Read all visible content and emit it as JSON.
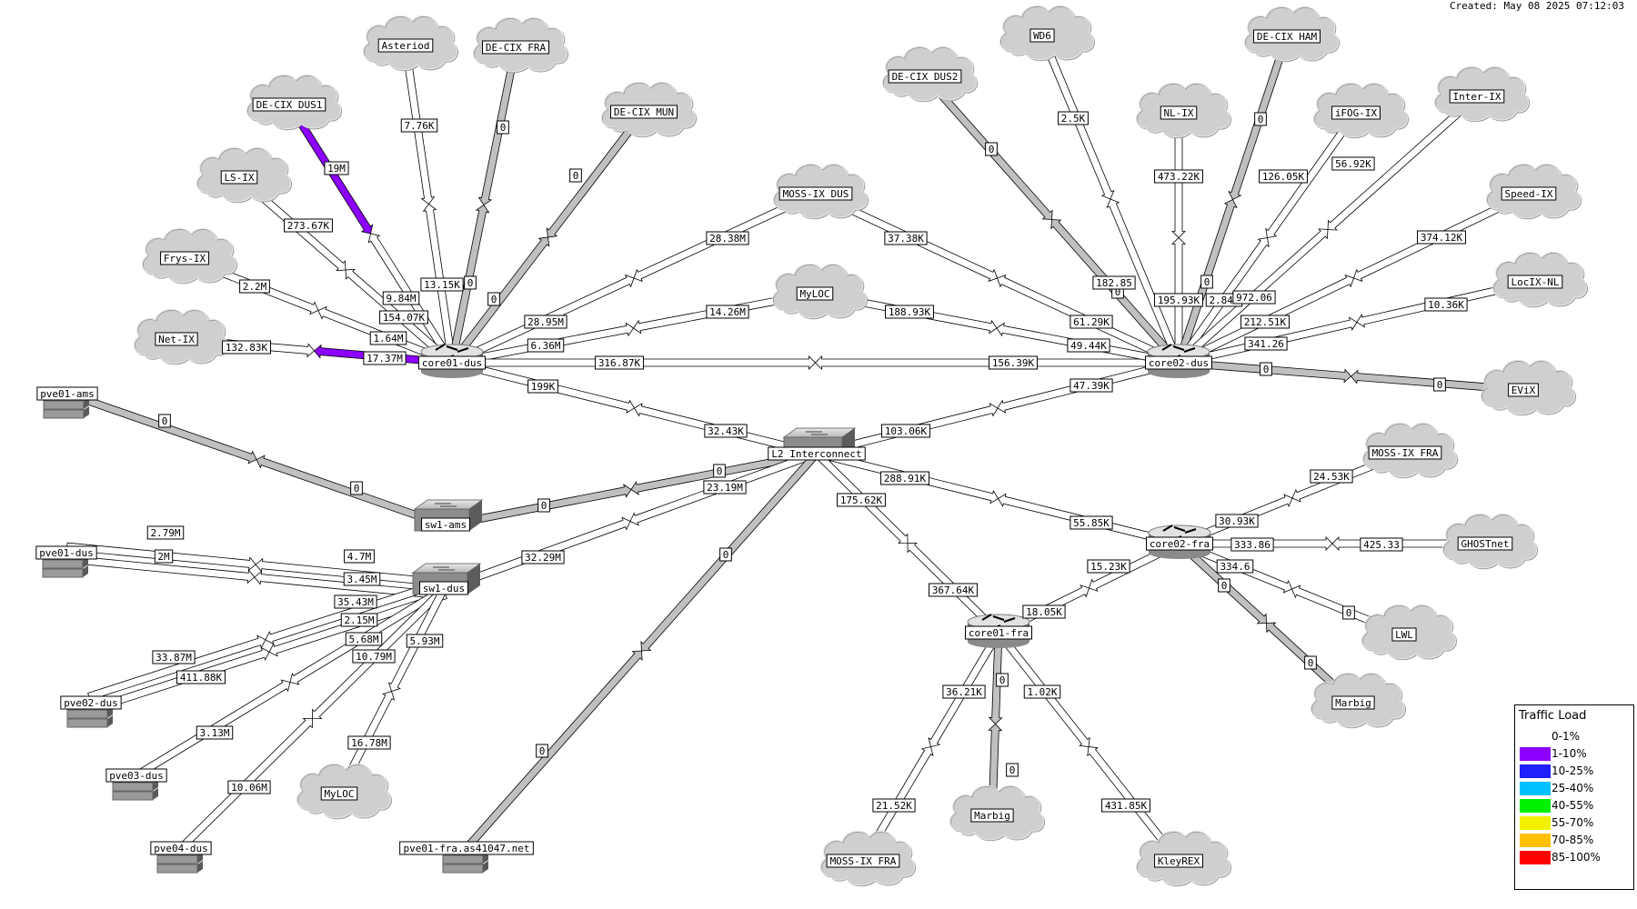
{
  "created": "Created: May 08 2025 07:12:03",
  "legend": {
    "title": "Traffic Load",
    "items": [
      {
        "label": "0-1%",
        "color": "#ffffff"
      },
      {
        "label": "1-10%",
        "color": "#8c00ff"
      },
      {
        "label": "10-25%",
        "color": "#2020ff"
      },
      {
        "label": "25-40%",
        "color": "#00c0ff"
      },
      {
        "label": "40-55%",
        "color": "#00f000"
      },
      {
        "label": "55-70%",
        "color": "#f0f000"
      },
      {
        "label": "70-85%",
        "color": "#ffc000"
      },
      {
        "label": "85-100%",
        "color": "#ff0000"
      }
    ]
  },
  "nodes": [
    {
      "id": "core01-dus",
      "label": "core01-dus",
      "type": "router"
    },
    {
      "id": "core02-dus",
      "label": "core02-dus",
      "type": "router"
    },
    {
      "id": "core02-fra",
      "label": "core02-fra",
      "type": "router"
    },
    {
      "id": "core01-fra",
      "label": "core01-fra",
      "type": "router"
    },
    {
      "id": "l2",
      "label": "L2 Interconnect",
      "type": "switch"
    },
    {
      "id": "sw1-ams",
      "label": "sw1-ams",
      "type": "switch"
    },
    {
      "id": "sw1-dus",
      "label": "sw1-dus",
      "type": "switch"
    },
    {
      "id": "pve01-ams",
      "label": "pve01-ams",
      "type": "server"
    },
    {
      "id": "pve01-dus",
      "label": "pve01-dus",
      "type": "server"
    },
    {
      "id": "pve02-dus",
      "label": "pve02-dus",
      "type": "server"
    },
    {
      "id": "pve03-dus",
      "label": "pve03-dus",
      "type": "server"
    },
    {
      "id": "pve04-dus",
      "label": "pve04-dus",
      "type": "server"
    },
    {
      "id": "pve01-fra",
      "label": "pve01-fra.as41047.net",
      "type": "server"
    },
    {
      "id": "asteriod",
      "label": "Asteriod",
      "type": "cloud"
    },
    {
      "id": "decix-fra",
      "label": "DE-CIX FRA",
      "type": "cloud"
    },
    {
      "id": "decix-dus1",
      "label": "DE-CIX DUS1",
      "type": "cloud"
    },
    {
      "id": "decix-mun",
      "label": "DE-CIX MUN",
      "type": "cloud"
    },
    {
      "id": "ls-ix",
      "label": "LS-IX",
      "type": "cloud"
    },
    {
      "id": "frys-ix",
      "label": "Frys-IX",
      "type": "cloud"
    },
    {
      "id": "net-ix",
      "label": "Net-IX",
      "type": "cloud"
    },
    {
      "id": "moss-dus",
      "label": "MOSS-IX DUS",
      "type": "cloud"
    },
    {
      "id": "myloc1",
      "label": "MyLOC",
      "type": "cloud"
    },
    {
      "id": "decix-dus2",
      "label": "DE-CIX DUS2",
      "type": "cloud"
    },
    {
      "id": "wd6",
      "label": "WD6",
      "type": "cloud"
    },
    {
      "id": "nl-ix",
      "label": "NL-IX",
      "type": "cloud"
    },
    {
      "id": "decix-ham",
      "label": "DE-CIX HAM",
      "type": "cloud"
    },
    {
      "id": "ifog-ix",
      "label": "iFOG-IX",
      "type": "cloud"
    },
    {
      "id": "inter-ix",
      "label": "Inter-IX",
      "type": "cloud"
    },
    {
      "id": "speed-ix",
      "label": "Speed-IX",
      "type": "cloud"
    },
    {
      "id": "locix-nl",
      "label": "LocIX-NL",
      "type": "cloud"
    },
    {
      "id": "evix",
      "label": "EViX",
      "type": "cloud"
    },
    {
      "id": "moss-fra1",
      "label": "MOSS-IX FRA",
      "type": "cloud"
    },
    {
      "id": "ghostnet",
      "label": "GHOSTnet",
      "type": "cloud"
    },
    {
      "id": "lwl",
      "label": "LWL",
      "type": "cloud"
    },
    {
      "id": "marbig1",
      "label": "Marbig",
      "type": "cloud"
    },
    {
      "id": "myloc2",
      "label": "MyLOC",
      "type": "cloud"
    },
    {
      "id": "moss-fra2",
      "label": "MOSS-IX FRA",
      "type": "cloud"
    },
    {
      "id": "marbig2",
      "label": "Marbig",
      "type": "cloud"
    },
    {
      "id": "kleyrex",
      "label": "KleyREX",
      "type": "cloud"
    }
  ],
  "links": [
    {
      "a": "core01-dus",
      "b": "asteriod",
      "in": "13.15K",
      "out": "7.76K",
      "load": "0-1%"
    },
    {
      "a": "core01-dus",
      "b": "decix-fra",
      "in": "0",
      "out": "0",
      "load": "0-1%"
    },
    {
      "a": "core01-dus",
      "b": "decix-dus1",
      "in": "9.84M",
      "out": "19M",
      "load": "1-10%"
    },
    {
      "a": "core01-dus",
      "b": "decix-mun",
      "in": "0",
      "out": "0",
      "load": "0-1%"
    },
    {
      "a": "core01-dus",
      "b": "ls-ix",
      "in": "154.07K",
      "out": "273.67K",
      "load": "0-1%"
    },
    {
      "a": "core01-dus",
      "b": "frys-ix",
      "in": "1.64M",
      "out": "2.2M",
      "load": "0-1%"
    },
    {
      "a": "core01-dus",
      "b": "net-ix",
      "in": "17.37M",
      "out": "132.83K",
      "load": "1-10%"
    },
    {
      "a": "core01-dus",
      "b": "moss-dus",
      "in": "28.95M",
      "out": "28.38M",
      "load": "0-1%"
    },
    {
      "a": "core01-dus",
      "b": "myloc1",
      "in": "6.36M",
      "out": "14.26M",
      "load": "0-1%"
    },
    {
      "a": "core01-dus",
      "b": "core02-dus",
      "in": "316.87K",
      "out": "156.39K",
      "load": "0-1%"
    },
    {
      "a": "core01-dus",
      "b": "l2",
      "in": "199K",
      "out": "32.43K",
      "load": "0-1%"
    },
    {
      "a": "core02-dus",
      "b": "moss-dus",
      "in": "61.29K",
      "out": "37.38K",
      "load": "0-1%"
    },
    {
      "a": "core02-dus",
      "b": "myloc1",
      "in": "49.44K",
      "out": "188.93K",
      "load": "0-1%"
    },
    {
      "a": "core02-dus",
      "b": "decix-dus2",
      "in": "0",
      "out": "0",
      "load": "0-1%"
    },
    {
      "a": "core02-dus",
      "b": "wd6",
      "in": "182.85",
      "out": "2.5K",
      "load": "0-1%"
    },
    {
      "a": "core02-dus",
      "b": "nl-ix",
      "in": "195.93K",
      "out": "473.22K",
      "load": "0-1%"
    },
    {
      "a": "core02-dus",
      "b": "decix-ham",
      "in": "0",
      "out": "0",
      "load": "0-1%"
    },
    {
      "a": "core02-dus",
      "b": "ifog-ix",
      "in": "2.84K",
      "out": "126.05K",
      "load": "0-1%"
    },
    {
      "a": "core02-dus",
      "b": "inter-ix",
      "in": "972.06",
      "out": "56.92K",
      "load": "0-1%"
    },
    {
      "a": "core02-dus",
      "b": "speed-ix",
      "in": "212.51K",
      "out": "374.12K",
      "load": "0-1%"
    },
    {
      "a": "core02-dus",
      "b": "locix-nl",
      "in": "341.26",
      "out": "10.36K",
      "load": "0-1%"
    },
    {
      "a": "core02-dus",
      "b": "evix",
      "in": "0",
      "out": "0",
      "load": "0-1%"
    },
    {
      "a": "core02-dus",
      "b": "l2",
      "in": "47.39K",
      "out": "103.06K",
      "load": "0-1%"
    },
    {
      "a": "pve01-ams",
      "b": "sw1-ams",
      "in": "0",
      "out": "0",
      "load": "0-1%"
    },
    {
      "a": "sw1-ams",
      "b": "l2",
      "in": "0",
      "out": "0",
      "load": "0-1%"
    },
    {
      "a": "sw1-dus",
      "b": "l2",
      "in": "32.29M",
      "out": "23.19M",
      "load": "0-1%"
    },
    {
      "a": "l2",
      "b": "pve01-fra",
      "in": "0",
      "out": "0",
      "load": "0-1%"
    },
    {
      "a": "l2",
      "b": "core02-fra",
      "in": "288.91K",
      "out": "55.85K",
      "load": "0-1%"
    },
    {
      "a": "l2",
      "b": "core01-fra",
      "in": "175.62K",
      "out": "367.64K",
      "load": "0-1%"
    },
    {
      "a": "pve01-dus",
      "b": "sw1-dus",
      "in": "2.79M",
      "out": "4.7M",
      "load": "0-1%"
    },
    {
      "a": "pve01-dus",
      "b": "sw1-dus",
      "in": "2M",
      "out": "3.45M",
      "load": "0-1%"
    },
    {
      "a": "pve02-dus",
      "b": "sw1-dus",
      "in": "33.87M",
      "out": "35.43M",
      "load": "0-1%"
    },
    {
      "a": "pve02-dus",
      "b": "sw1-dus",
      "in": "411.88K",
      "out": "2.15M",
      "load": "0-1%"
    },
    {
      "a": "pve03-dus",
      "b": "sw1-dus",
      "in": "3.13M",
      "out": "5.68M",
      "load": "0-1%"
    },
    {
      "a": "pve04-dus",
      "b": "sw1-dus",
      "in": "10.06M",
      "out": "10.79M",
      "load": "0-1%"
    },
    {
      "a": "myloc2",
      "b": "sw1-dus",
      "in": "16.78M",
      "out": "5.93M",
      "load": "0-1%"
    },
    {
      "a": "core02-fra",
      "b": "moss-fra1",
      "in": "30.93K",
      "out": "24.53K",
      "load": "0-1%"
    },
    {
      "a": "core02-fra",
      "b": "ghostnet",
      "in": "333.86",
      "out": "425.33",
      "load": "0-1%"
    },
    {
      "a": "core02-fra",
      "b": "lwl",
      "in": "334.6",
      "out": "0",
      "load": "0-1%"
    },
    {
      "a": "core02-fra",
      "b": "marbig1",
      "in": "0",
      "out": "0",
      "load": "0-1%"
    },
    {
      "a": "core02-fra",
      "b": "core01-fra",
      "in": "15.23K",
      "out": "18.05K",
      "load": "0-1%"
    },
    {
      "a": "core01-fra",
      "b": "moss-fra2",
      "in": "36.21K",
      "out": "21.52K",
      "load": "0-1%"
    },
    {
      "a": "core01-fra",
      "b": "marbig2",
      "in": "0",
      "out": "0",
      "load": "0-1%"
    },
    {
      "a": "core01-fra",
      "b": "kleyrex",
      "in": "1.02K",
      "out": "431.85K",
      "load": "0-1%"
    }
  ]
}
